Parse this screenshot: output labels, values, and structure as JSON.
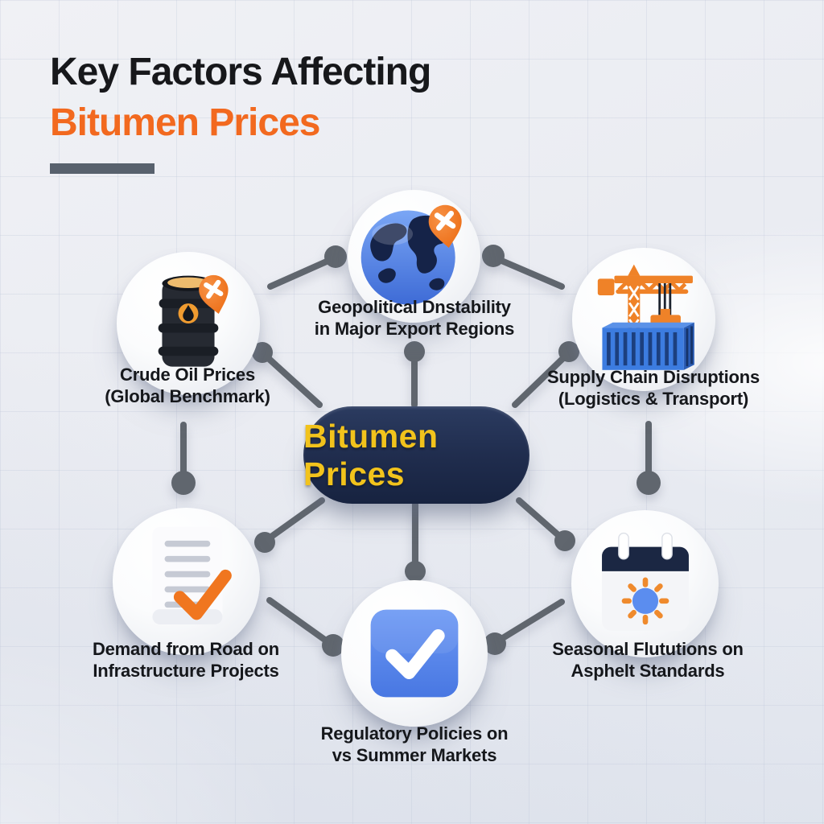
{
  "title": {
    "line1": "Key Factors Affecting",
    "line2": "Bitumen Prices"
  },
  "center": {
    "label": "Bitumen Prices"
  },
  "factors": [
    {
      "id": "crude-oil",
      "icon": "oil-barrel-icon",
      "line1": "Crude Oil Prices",
      "line2": "(Global Benchmark)"
    },
    {
      "id": "geopolitical",
      "icon": "globe-pin-icon",
      "line1": "Geopolitical Dnstability",
      "line2": "in Major Export Regions"
    },
    {
      "id": "supply-chain",
      "icon": "crane-container-icon",
      "line1": "Supply Chain Disruptions",
      "line2": "(Logistics & Transport)"
    },
    {
      "id": "demand",
      "icon": "document-check-icon",
      "line1": "Demand from Road on",
      "line2": "Infrastructure Projects"
    },
    {
      "id": "regulatory",
      "icon": "checkbox-check-icon",
      "line1": "Regulatory Policies on",
      "line2": "vs Summer Markets"
    },
    {
      "id": "seasonal",
      "icon": "calendar-sun-icon",
      "line1": "Seasonal Flututions on",
      "line2": "Asphelt Standards"
    }
  ],
  "colors": {
    "accent_orange": "#F2691F",
    "pin_orange": "#EF7420",
    "navy": "#1E2B4B",
    "gold": "#F2C31C",
    "connector_gray": "#60666E",
    "icon_blue": "#4A7DE3",
    "background": "#EAECF2"
  }
}
